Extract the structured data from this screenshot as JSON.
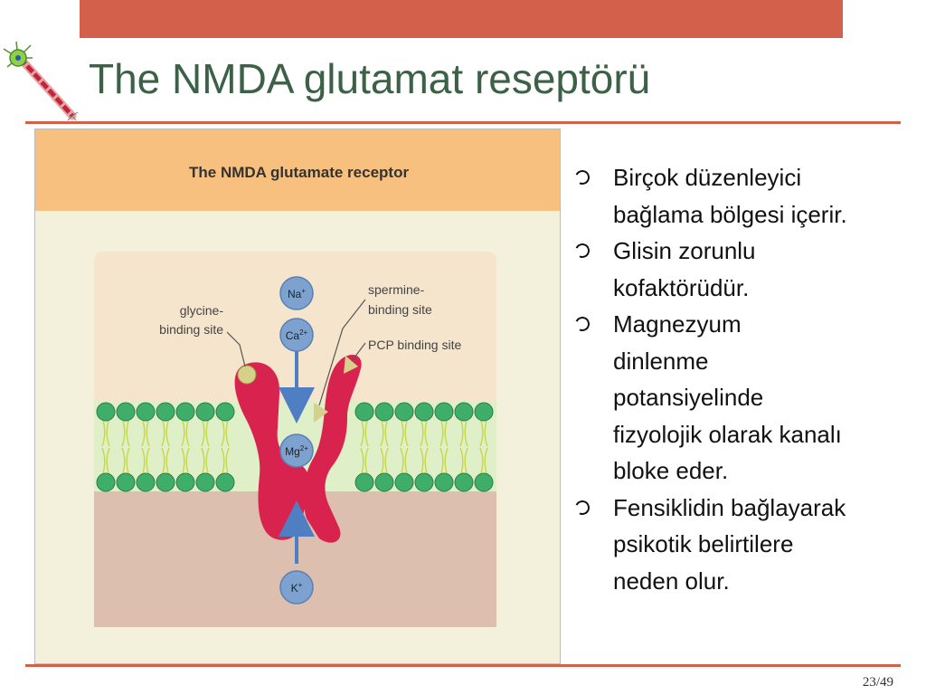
{
  "slide": {
    "title": "The NMDA glutamat reseptörü",
    "page_number": "23/49"
  },
  "figure": {
    "heading": "The NMDA glutamate receptor",
    "labels": {
      "glycine_line1": "glycine-",
      "glycine_line2": "binding site",
      "spermine_line1": "spermine-",
      "spermine_line2": "binding site",
      "pcp": "PCP binding site"
    },
    "ions": {
      "na": "Na",
      "na_sup": "+",
      "ca": "Ca",
      "ca_sup": "2+",
      "mg": "Mg",
      "mg_sup": "2+",
      "k": "K",
      "k_sup": "+"
    }
  },
  "bullets": [
    {
      "lines": [
        "Birçok düzenleyici",
        "bağlama bölgesi içerir."
      ]
    },
    {
      "lines": [
        "Glisin zorunlu",
        "kofaktörüdür."
      ]
    },
    {
      "lines": [
        "Magnezyum",
        "dinlenme",
        "potansiyelinde",
        "fizyolojik olarak kanalı",
        "bloke eder."
      ]
    },
    {
      "lines": [
        "Fensiklidin bağlayarak",
        "psikotik belirtilere",
        "neden olur."
      ]
    }
  ],
  "colors": {
    "accent": "#d2604a",
    "title": "#3c6147",
    "figure_header": "#f7c07e",
    "receptor": "#d9234f",
    "ion": "#7da2cf",
    "lipid_head": "#3fae6a"
  }
}
